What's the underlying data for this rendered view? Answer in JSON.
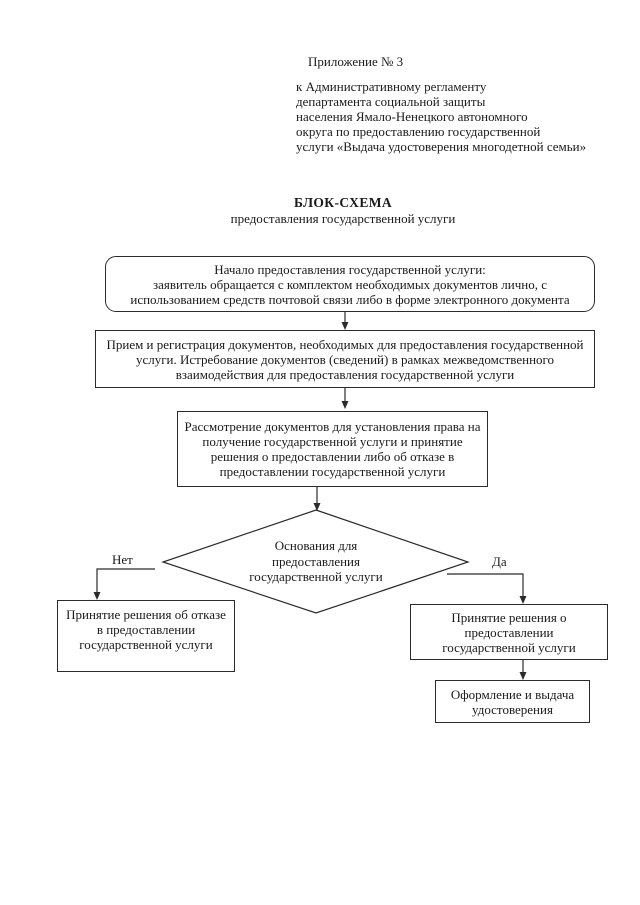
{
  "colors": {
    "ink": "#1a1a1a",
    "paper": "#ffffff",
    "line": "#2b2b2b"
  },
  "header": {
    "appendix_label": "Приложение № 3",
    "regulation_lines": [
      "к Административному регламенту",
      "департамента социальной защиты",
      "населения Ямало-Ненецкого автономного",
      "округа по предоставлению государственной",
      "услуги «Выдача удостоверения многодетной семьи»"
    ]
  },
  "title": {
    "main": "БЛОК-СХЕМА",
    "sub": "предоставления государственной услуги"
  },
  "flowchart": {
    "start": {
      "lines": [
        "Начало предоставления государственной услуги:",
        "заявитель обращается с комплектом необходимых документов лично, с",
        "использованием средств почтовой связи либо в форме электронного документа"
      ]
    },
    "reception": {
      "lines": [
        "Прием и регистрация документов, необходимых для предоставления государственной",
        "услуги. Истребование документов (сведений) в рамках межведомственного",
        "взаимодействия для предоставления государственной услуги"
      ]
    },
    "review": {
      "lines": [
        "Рассмотрение документов для установления права на",
        "получение государственной услуги и принятие",
        "решения о предоставлении либо об отказе в",
        "предоставлении государственной услуги"
      ]
    },
    "decision": {
      "lines": [
        "Основания для",
        "предоставления",
        "государственной услуги"
      ]
    },
    "branch_no": "Нет",
    "branch_yes": "Да",
    "refuse": {
      "lines": [
        "Принятие решения об отказе",
        "в предоставлении",
        "государственной услуги"
      ]
    },
    "approve": {
      "lines": [
        "Принятие решения о",
        "предоставлении",
        "государственной услуги"
      ]
    },
    "issue": {
      "lines": [
        "Оформление и выдача",
        "удостоверения"
      ]
    }
  }
}
